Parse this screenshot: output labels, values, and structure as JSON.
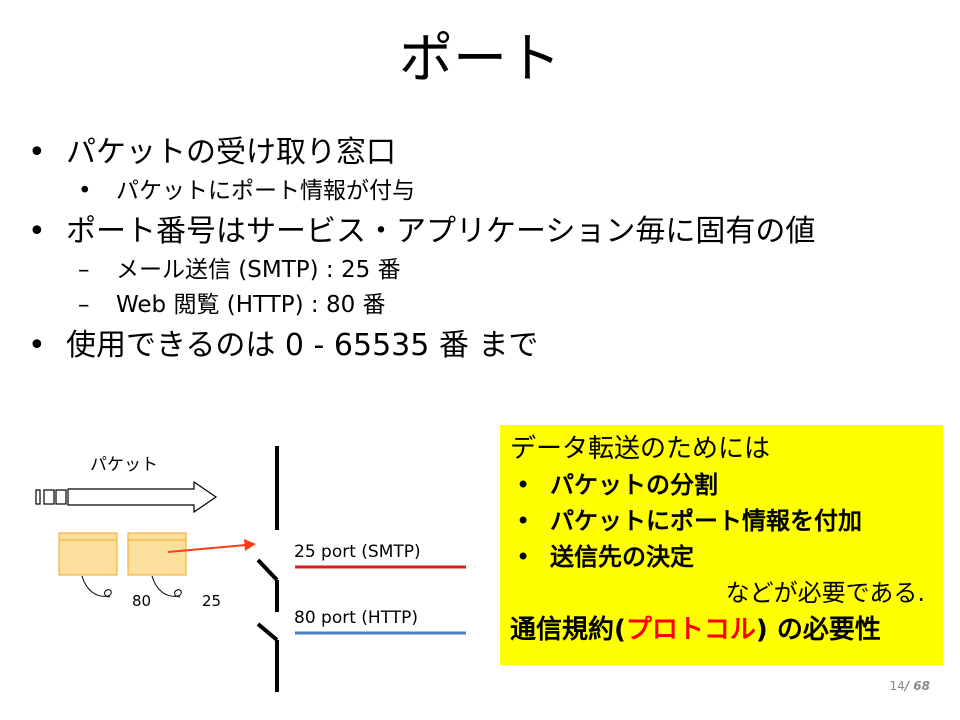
{
  "slide": {
    "title": "ポート",
    "bullet_mark": "•",
    "dash_mark": "–",
    "bullets": [
      {
        "text": "パケットの受け取り窓口",
        "sub": {
          "mark": "•",
          "text": "パケットにポート情報が付与"
        }
      },
      {
        "text": "ポート番号はサービス・アプリケーション毎に固有の値",
        "subs": [
          {
            "text": "メール送信 (SMTP) : 25 番"
          },
          {
            "text": "Web 閲覧 (HTTP) : 80 番"
          }
        ]
      },
      {
        "text": "使用できるのは 0  - 65535 番 まで"
      }
    ]
  },
  "diagram": {
    "packet_label": "パケット",
    "packet_num_left": "80",
    "packet_num_right": "25",
    "port_smtp": "25 port (SMTP)",
    "port_http": "80 port (HTTP)",
    "colors": {
      "packet_fill": "#fbdf9d",
      "packet_stroke": "#f2b340",
      "arrow": "#ff3b1a",
      "smtp_line": "#e01b1b",
      "http_line": "#4f7fbf"
    }
  },
  "infobox": {
    "heading": "データ転送のためには",
    "items": [
      "パケットの分割",
      "パケットにポート情報を付加",
      "送信先の決定"
    ],
    "continuation": "などが必要である.",
    "conclusion_prefix": "通信規約(",
    "conclusion_red": "プロトコル",
    "conclusion_suffix": ") の必要性",
    "background": "#ffff00"
  },
  "page": {
    "current": "14",
    "total": "68"
  }
}
